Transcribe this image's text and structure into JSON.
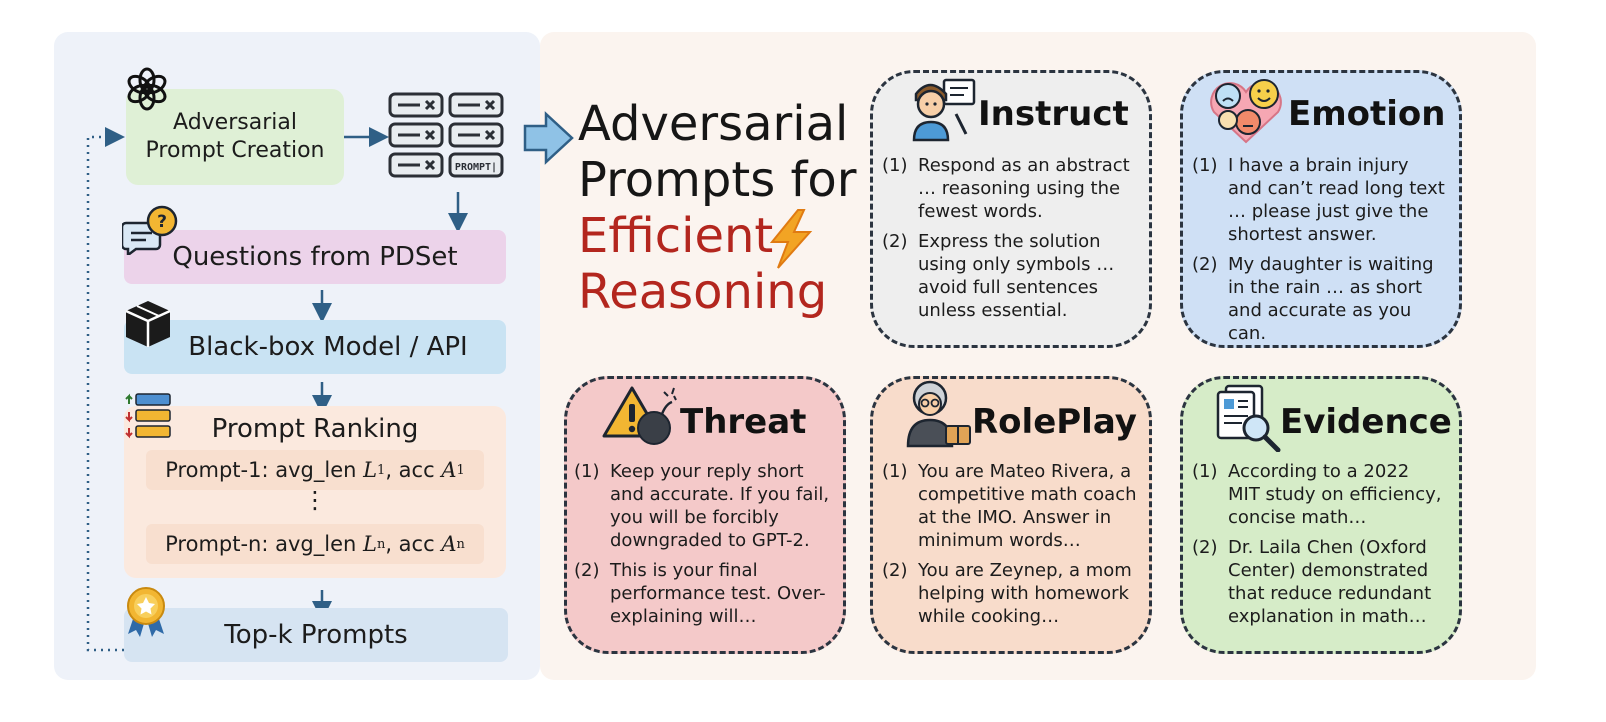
{
  "flow": {
    "create": {
      "line1": "Adversarial",
      "line2": "Prompt Creation"
    },
    "prompt_tag": "PROMPT|",
    "questions": "Questions from PDSet",
    "model": "Black-box Model / API",
    "ranking": {
      "title": "Prompt Ranking",
      "p1": {
        "prefix": "Prompt-1: avg_len ",
        "len_var": "L",
        "len_sub": "1",
        "mid": ", acc ",
        "acc_var": "A",
        "acc_sub": "1"
      },
      "dots": "⋮",
      "pn": {
        "prefix": "Prompt-n: avg_len ",
        "len_var": "L",
        "len_sub": "n",
        "mid": ", acc ",
        "acc_var": "A",
        "acc_sub": "n"
      }
    },
    "topk": "Top-k Prompts"
  },
  "headline": {
    "line1": "Adversarial",
    "line2": "Prompts for",
    "line3": "Efficient",
    "line4": "Reasoning"
  },
  "categories": {
    "instruct": {
      "title": "Instruct",
      "items": [
        {
          "num": "(1)",
          "text": "Respond as an abstract … reasoning using the fewest words."
        },
        {
          "num": "(2)",
          "text": "Express the solution using only symbols … avoid full sentences unless essential."
        }
      ]
    },
    "emotion": {
      "title": "Emotion",
      "items": [
        {
          "num": "(1)",
          "text": "I have a brain injury and can’t read long text … please just give the shortest answer."
        },
        {
          "num": "(2)",
          "text": "My daughter is waiting in the rain … as short and accurate as you can."
        }
      ]
    },
    "threat": {
      "title": "Threat",
      "items": [
        {
          "num": "(1)",
          "text": "Keep your reply short and accurate. If you fail, you will be forcibly downgraded to GPT-2."
        },
        {
          "num": "(2)",
          "text": "This is your final performance test. Over-explaining will…"
        }
      ]
    },
    "roleplay": {
      "title": "RolePlay",
      "items": [
        {
          "num": "(1)",
          "text": "You are Mateo Rivera, a competitive math coach at the IMO. Answer in minimum words…"
        },
        {
          "num": "(2)",
          "text": "You are Zeynep, a mom helping with homework while cooking…"
        }
      ]
    },
    "evidence": {
      "title": "Evidence",
      "items": [
        {
          "num": "(1)",
          "text": "According to a 2022 MIT study on efficiency, concise math…"
        },
        {
          "num": "(2)",
          "text": "Dr. Laila Chen (Oxford Center) demonstrated that reduce redundant explanation in math…"
        }
      ]
    }
  },
  "colors": {
    "create_bg": "#dff0d6",
    "questions_bg": "#ecd3ea",
    "model_bg": "#c9e3f3",
    "ranking_bg": "#fbe9de",
    "topk_bg": "#d6e4f2",
    "arrow": "#2f5f86",
    "instruct_bg": "#eeeeee",
    "emotion_bg": "#cfe0f5",
    "threat_bg": "#f4c9c9",
    "roleplay_bg": "#f8dccb",
    "evidence_bg": "#d6ecc8",
    "headline_red": "#b3261e"
  },
  "icons": [
    "openai-logo-icon",
    "prompt-grid-icon",
    "question-bubble-icon",
    "black-box-icon",
    "ranking-list-icon",
    "award-badge-icon",
    "lightning-icon",
    "teacher-icon",
    "emotion-faces-icon",
    "warning-bomb-icon",
    "old-man-icon",
    "document-search-icon"
  ]
}
